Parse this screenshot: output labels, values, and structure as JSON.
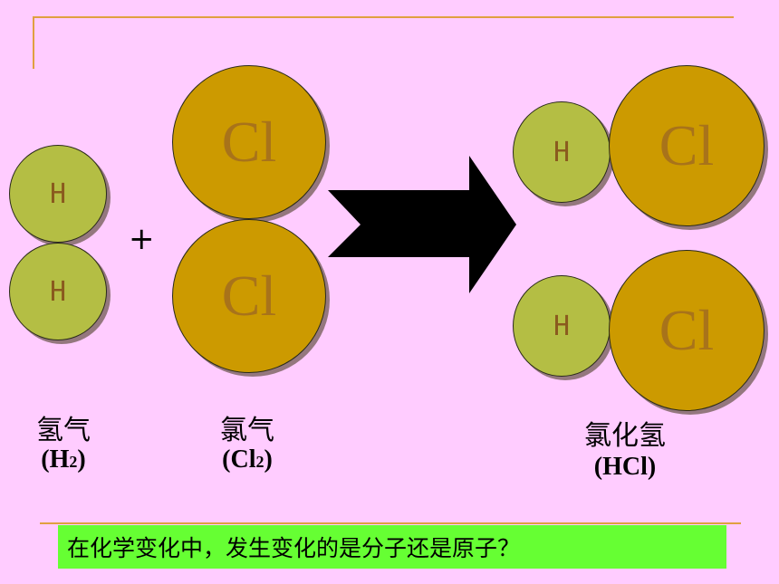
{
  "atoms": {
    "h_symbol": "H",
    "cl_symbol": "Cl"
  },
  "operator": "+",
  "hydrogen": {
    "name": "氢气",
    "formula_base": "(H",
    "formula_sub": "2",
    "formula_end": ")"
  },
  "chlorine": {
    "name": "氯气",
    "formula_base": "(Cl",
    "formula_sub": "2",
    "formula_end": ")"
  },
  "product": {
    "name": "氯化氢",
    "formula": "(HCl)"
  },
  "question": "在化学变化中，发生变化的是分子还是原子？",
  "colors": {
    "background": "#ffccff",
    "hydrogen_atom": "#b4be44",
    "chlorine_atom": "#cc9a00",
    "question_box": "#66ff33",
    "rule": "#e0a040"
  }
}
